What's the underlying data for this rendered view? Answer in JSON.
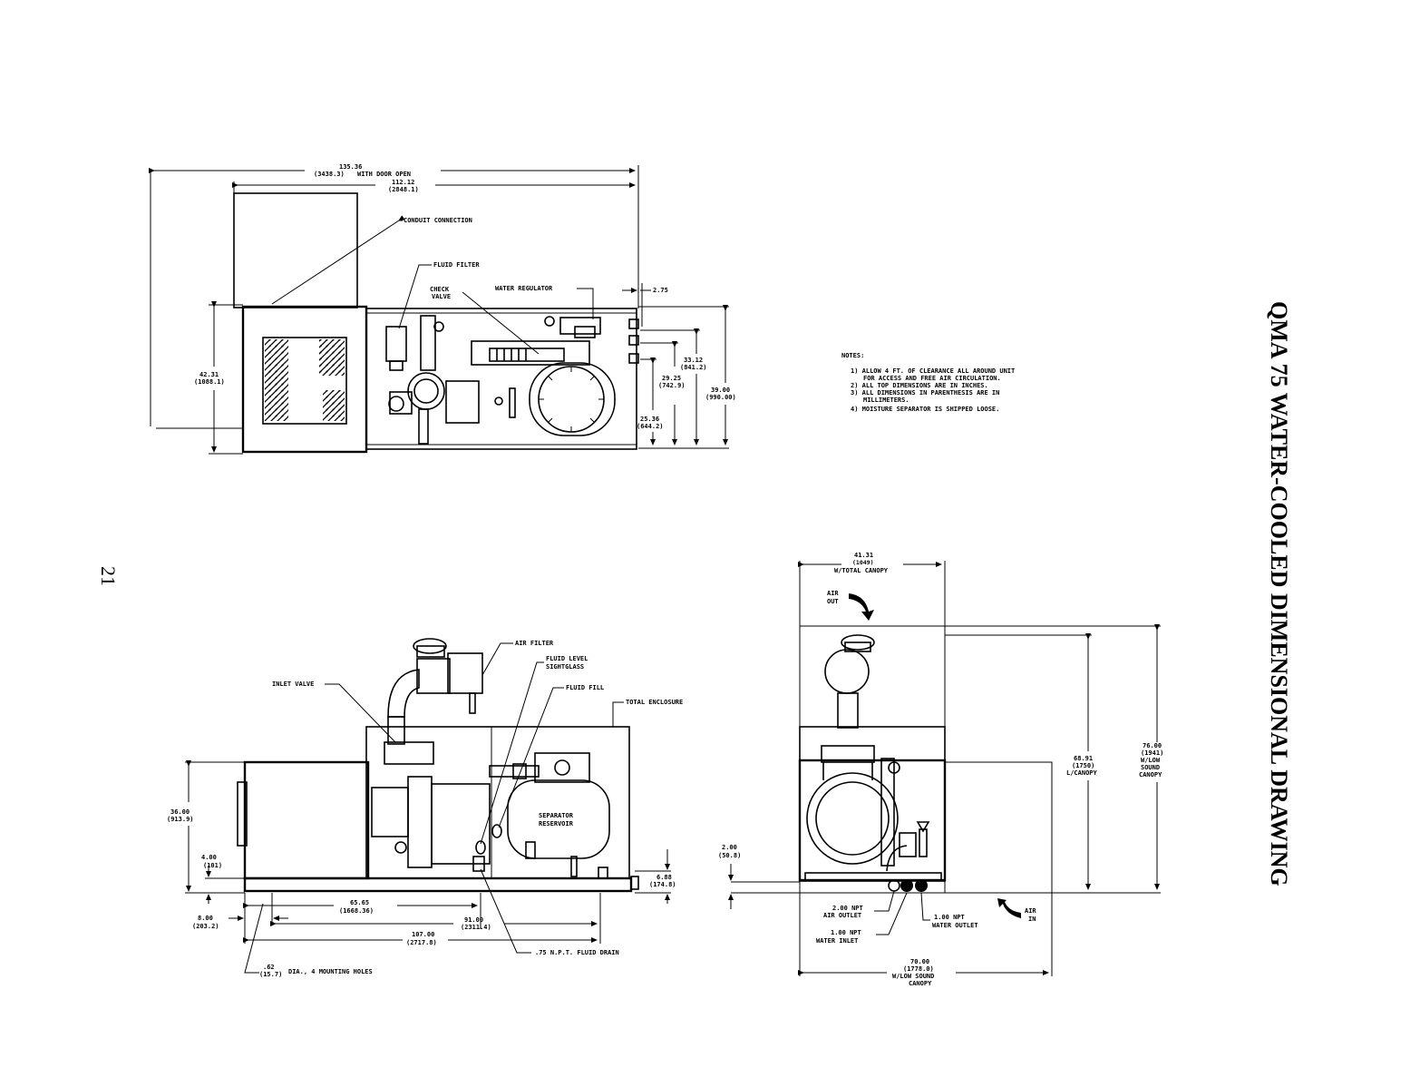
{
  "title": "QMA 75 WATER-COOLED DIMENSIONAL DRAWING",
  "page_number": "21",
  "notes": {
    "heading": "NOTES:",
    "items": [
      "1) ALLOW 4 FT. OF CLEARANCE ALL AROUND UNIT",
      "FOR ACCESS AND FREE AIR CIRCULATION.",
      "2) ALL TOP DIMENSIONS ARE IN INCHES.",
      "3) ALL DIMENSIONS IN PARENTHESIS ARE IN",
      "MILLIMETERS.",
      "4) MOISTURE SEPARATOR IS SHIPPED LOOSE."
    ]
  },
  "top_view": {
    "dim_door_open": "135.36",
    "dim_door_open_mm": "(3438.3)",
    "dim_door_open_note": "WITH DOOR OPEN",
    "dim_length": "112.12",
    "dim_length_mm": "(2848.1)",
    "conduit": "CONDUIT CONNECTION",
    "fluid_filter": "FLUID FILTER",
    "check_valve_1": "CHECK",
    "check_valve_2": "VALVE",
    "water_regulator": "WATER REGULATOR",
    "dim_275": "2.75",
    "dim_4231": "42.31",
    "dim_4231_mm": "(1088.1)",
    "dim_3312": "33.12",
    "dim_3312_mm": "(841.2)",
    "dim_2925": "29.25",
    "dim_2925_mm": "(742.9)",
    "dim_2536": "25.36",
    "dim_2536_mm": "(644.2)",
    "dim_3900": "39.00",
    "dim_3900_mm": "(990.00)"
  },
  "side_view": {
    "air_filter": "AIR FILTER",
    "fluid_level_1": "FLUID LEVEL",
    "fluid_level_2": "SIGHTGLASS",
    "fluid_fill": "FLUID FILL",
    "total_enclosure": "TOTAL ENCLOSURE",
    "inlet_valve": "INLET VALVE",
    "separator_1": "SEPARATOR",
    "separator_2": "RESERVOIR",
    "dim_3600": "36.00",
    "dim_3600_mm": "(913.9)",
    "dim_400": "4.00",
    "dim_400_mm": "(101)",
    "dim_688": "6.88",
    "dim_688_mm": "(174.8)",
    "dim_6565": "65.65",
    "dim_6565_mm": "(1668.36)",
    "dim_800": "8.00",
    "dim_800_mm": "(203.2)",
    "dim_9100": "91.00",
    "dim_9100_mm": "(2311.4)",
    "dim_10700": "107.00",
    "dim_10700_mm": "(2717.8)",
    "fluid_drain": ".75 N.P.T. FLUID DRAIN",
    "holes_dim": ".62",
    "holes_dim_mm": "(15.7)",
    "holes_text": "DIA., 4 MOUNTING HOLES"
  },
  "end_view": {
    "dim_4131": "41.31",
    "dim_4131_mm": "(1049)",
    "dim_4131_note": "W/TOTAL CANOPY",
    "air_out_1": "AIR",
    "air_out_2": "OUT",
    "air_in_1": "AIR",
    "air_in_2": "IN",
    "dim_6891": "68.91",
    "dim_6891_mm": "(1750)",
    "dim_6891_note": "L/CANOPY",
    "dim_7600": "76.00",
    "dim_7600_mm": "(1941)",
    "dim_7600_n1": "W/LOW",
    "dim_7600_n2": "SOUND",
    "dim_7600_n3": "CANOPY",
    "dim_200": "2.00",
    "dim_200_mm": "(50.8)",
    "air_outlet_1": "2.00 NPT",
    "air_outlet_2": "AIR OUTLET",
    "water_outlet_1": "1.00 NPT",
    "water_outlet_2": "WATER OUTLET",
    "water_inlet_1": "1.00 NPT",
    "water_inlet_2": "WATER INLET",
    "dim_7000": "70.00",
    "dim_7000_mm": "(1778.0)",
    "dim_7000_n1": "W/LOW SOUND",
    "dim_7000_n2": "CANOPY"
  }
}
